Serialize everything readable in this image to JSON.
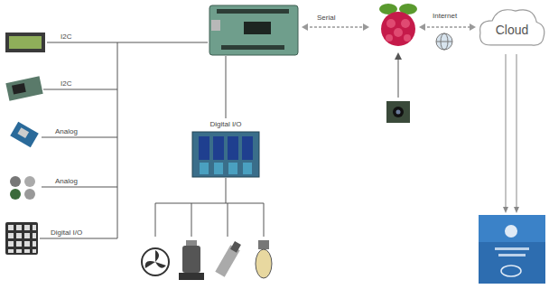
{
  "diagram": {
    "nodes": [
      {
        "text": [
          "Digital I/O"
        ]
      },
      {
        "text": [
          "Cloud"
        ]
      }
    ],
    "edges": [],
    "labels": [
      "Serial",
      "Internet",
      "I2C",
      "I2C",
      "Analog",
      "Analog",
      "Digital I/O"
    ]
  }
}
